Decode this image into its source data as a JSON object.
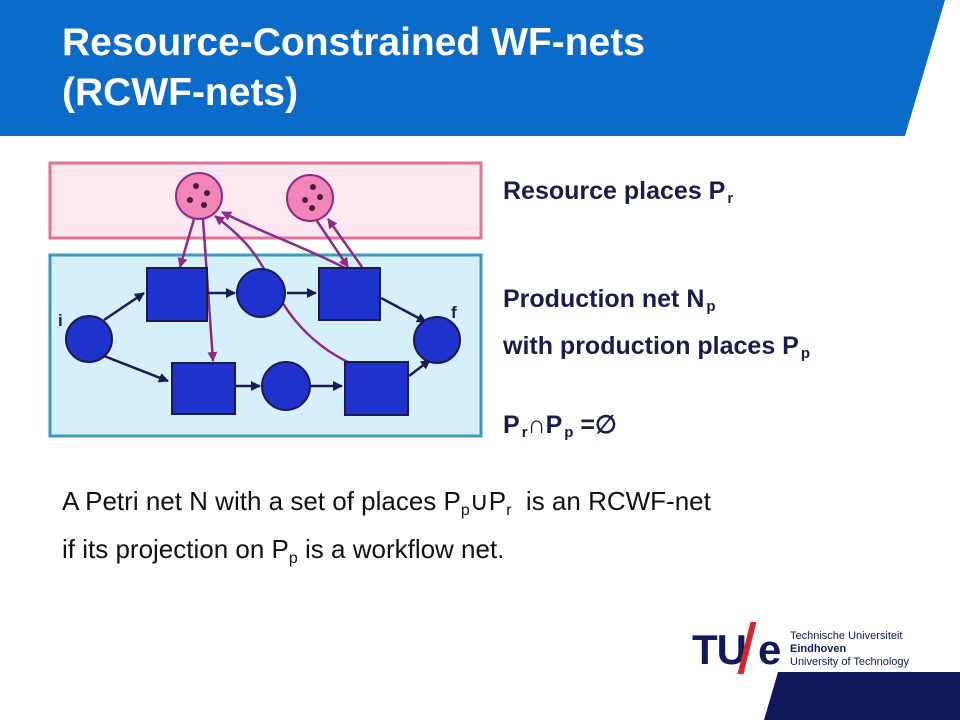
{
  "slide": {
    "title_line1": "Resource-Constrained WF-nets",
    "title_line2": "(RCWF-nets)"
  },
  "labels": {
    "resource": {
      "text": "Resource places P",
      "sub": "r"
    },
    "production1": {
      "text": "Production net N",
      "sub": "p"
    },
    "production2": {
      "text": "with production places P",
      "sub": "p"
    },
    "intersection": {
      "p1": "P",
      "s1": "r",
      "op": "∩",
      "p2": "P",
      "s2": "p",
      "eq": " =∅"
    }
  },
  "net": {
    "initial_place": "i",
    "final_place": "f"
  },
  "definition": {
    "l1_a": "A Petri net N with a set of places P",
    "l1_s1": "p",
    "l1_op": "∪P",
    "l1_s2": "r",
    "l1_b": "  is an RCWF-net",
    "l2_a": "if its projection on P",
    "l2_s": "p",
    "l2_b": " is a workflow net."
  },
  "logo": {
    "tu": "TU",
    "e": "e",
    "line1": "Technische Universiteit",
    "line2": "Eindhoven",
    "line3": "University of Technology"
  },
  "colors": {
    "banner": "#0b6bc8",
    "navy": "#1b1b50",
    "resource_box": "#fde8f0",
    "resource_border": "#e0729e",
    "production_box": "#d5f0fb",
    "production_border": "#3d9ab8",
    "node_blue": "#1d33cc",
    "resource_token": "#f285b8",
    "arc_purple": "#8a2b8a"
  }
}
